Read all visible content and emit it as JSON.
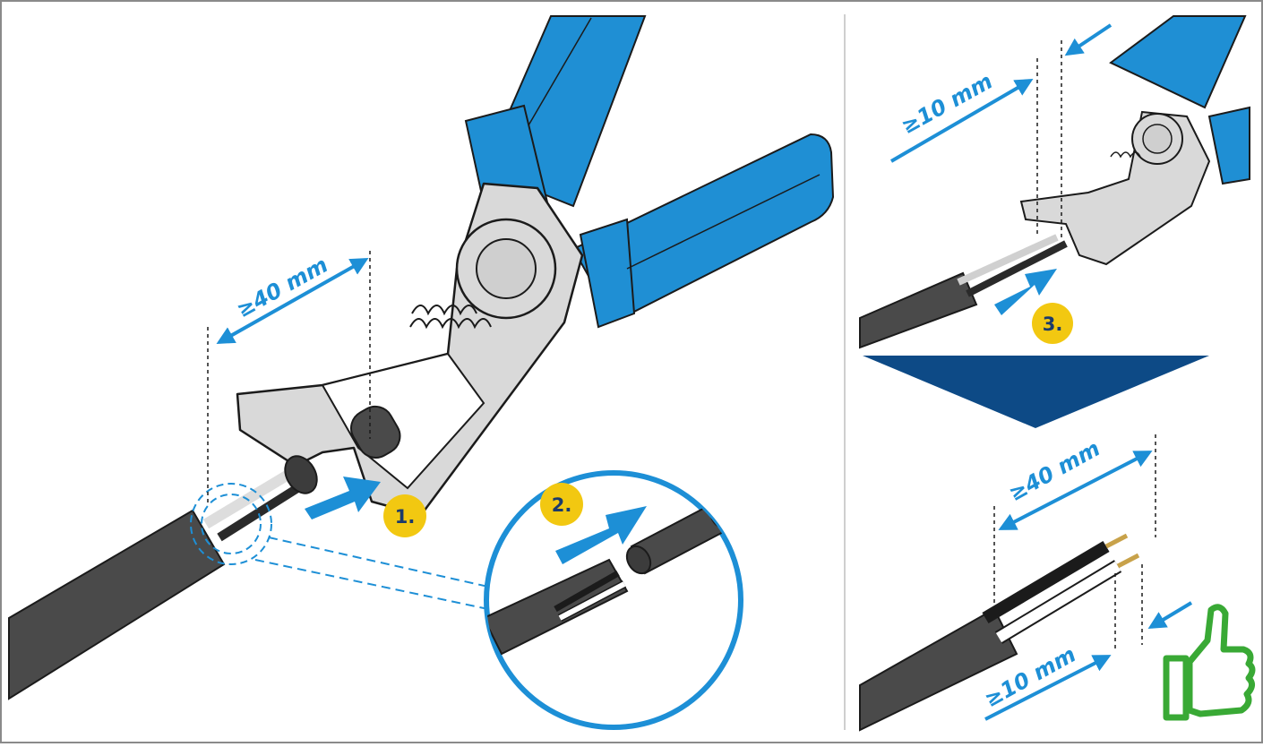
{
  "main_step": {
    "dimension_label": "≥40 mm",
    "step1_label": "1.",
    "step2_label": "2."
  },
  "side_top": {
    "dimension_label": "≥10 mm",
    "step3_label": "3."
  },
  "side_bottom": {
    "dimension_long_label": "≥40 mm",
    "dimension_short_label": "≥10 mm",
    "result_icon": "thumbs-up-icon"
  },
  "colors": {
    "accent_blue": "#1d8fd6",
    "tool_blue": "#1f8fd4",
    "badge_yellow": "#f2c811",
    "arrow_navy": "#0d4a86",
    "ok_green": "#39a935",
    "cable_dark": "#4a4a4a"
  }
}
